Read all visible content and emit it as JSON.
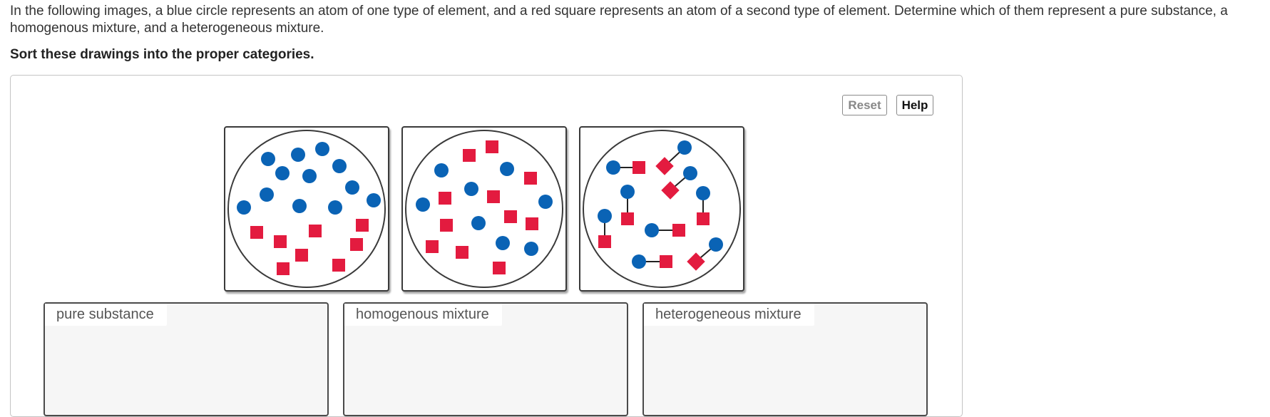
{
  "question": {
    "text": "In the following images, a blue circle represents an atom of one type of element, and a red square represents an atom of a second type of element. Determine which of them represent a pure substance, a homogenous mixture, and a heterogeneous mixture.",
    "instruction": "Sort these drawings into the proper categories."
  },
  "toolbar": {
    "reset_label": "Reset",
    "help_label": "Help"
  },
  "colors": {
    "blue_atom": "#0a63b5",
    "red_atom": "#e31b3f",
    "tile_border": "#3a3a3a",
    "zone_bg": "#f6f6f6"
  },
  "drawings": [
    {
      "id": "drawing-1",
      "description_icon": "separated-atoms-icon"
    },
    {
      "id": "drawing-2",
      "description_icon": "mixed-atoms-icon"
    },
    {
      "id": "drawing-3",
      "description_icon": "compound-molecules-icon"
    }
  ],
  "zones": [
    {
      "label": "pure substance"
    },
    {
      "label": "homogenous mixture"
    },
    {
      "label": "heterogeneous mixture"
    }
  ]
}
